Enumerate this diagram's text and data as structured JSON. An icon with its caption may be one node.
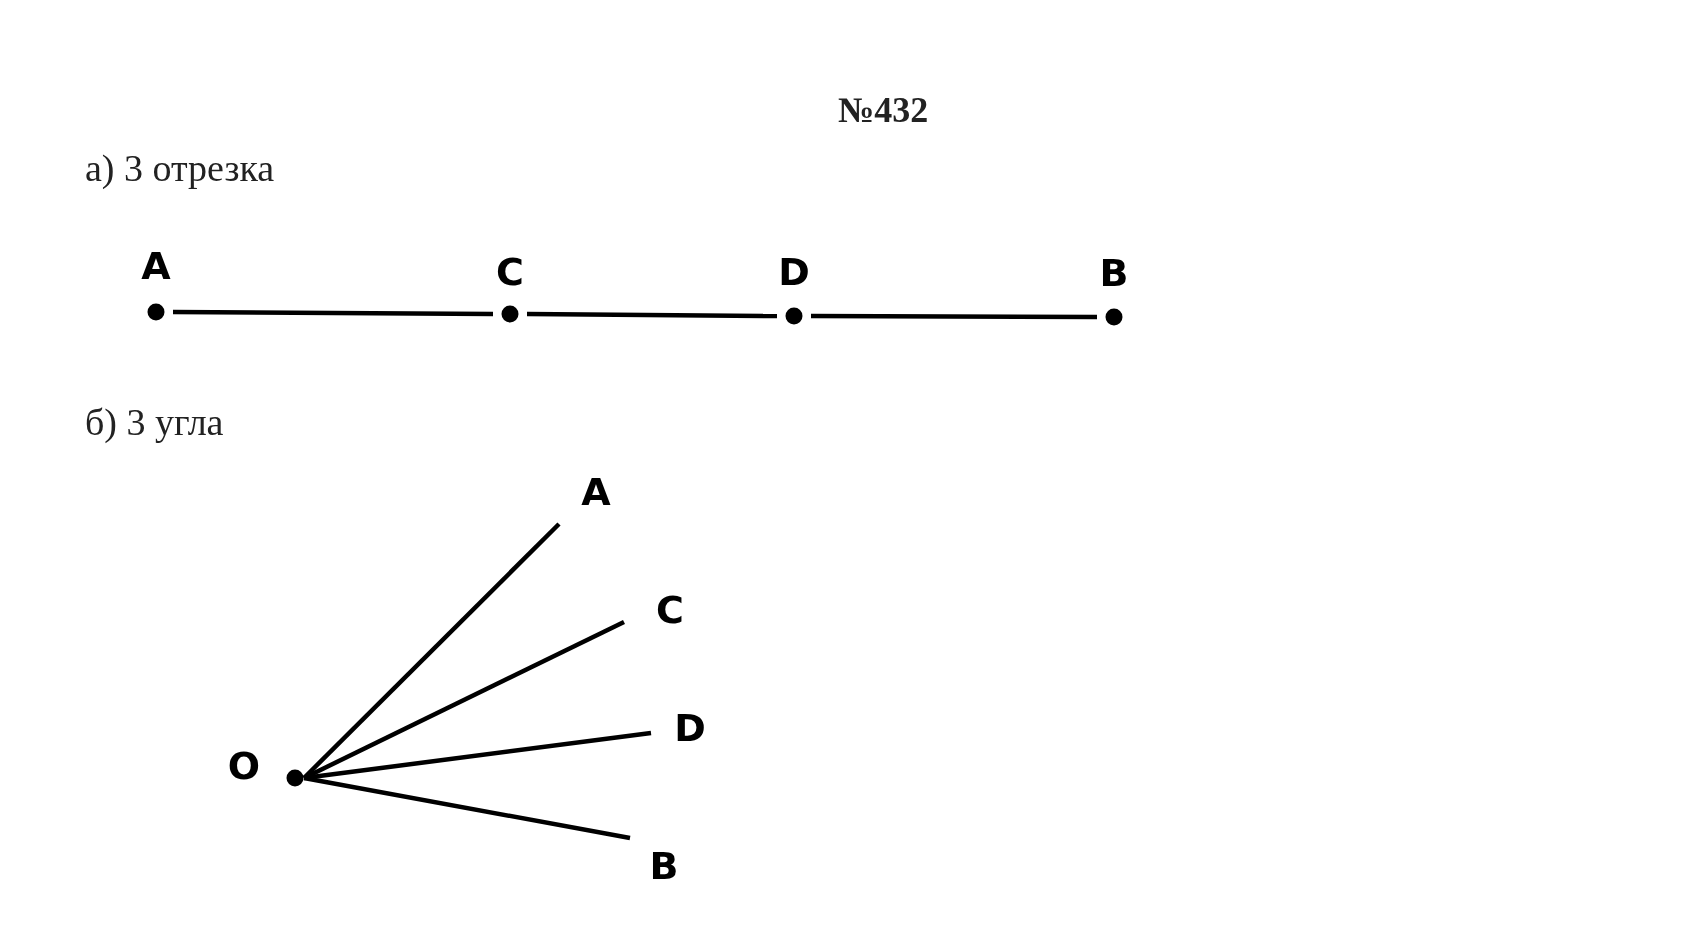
{
  "diagram": {
    "title": "№432",
    "nodes": [
      {
        "text": [
          "A"
        ]
      },
      {
        "text": [
          "C"
        ]
      },
      {
        "text": [
          "D"
        ]
      },
      {
        "text": [
          "B"
        ]
      },
      {
        "text": [
          "O"
        ]
      },
      {
        "text": [
          "A"
        ]
      },
      {
        "text": [
          "C"
        ]
      },
      {
        "text": [
          "D"
        ]
      },
      {
        "text": [
          "B"
        ]
      }
    ],
    "edges": [
      {
        "from": 0,
        "to": 1,
        "arrow": "none"
      },
      {
        "from": 1,
        "to": 2,
        "arrow": "none"
      },
      {
        "from": 2,
        "to": 3,
        "arrow": "none"
      },
      {
        "from": 4,
        "to": 5,
        "arrow": "none"
      },
      {
        "from": 4,
        "to": 6,
        "arrow": "none"
      },
      {
        "from": 4,
        "to": 7,
        "arrow": "none"
      },
      {
        "from": 4,
        "to": 8,
        "arrow": "none"
      }
    ],
    "labels": [
      "а) 3 отрезка",
      "б) 3 угла"
    ]
  }
}
